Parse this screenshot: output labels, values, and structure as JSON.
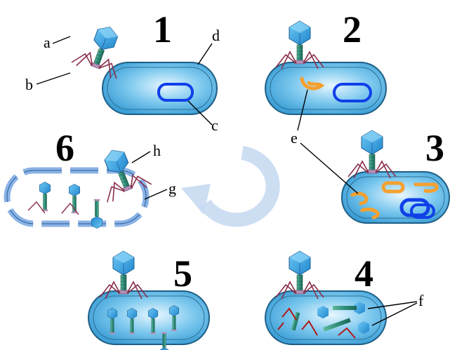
{
  "diagram": {
    "steps": [
      "1",
      "2",
      "3",
      "4",
      "5",
      "6"
    ],
    "labels": {
      "a": "a",
      "b": "b",
      "c": "c",
      "d": "d",
      "e": "e",
      "f": "f",
      "g": "g",
      "h": "h"
    }
  },
  "colors": {
    "cell_fill": "#5fb8e6",
    "cell_outline": "#1f5f85",
    "phage_head": "#2f9fe0",
    "phage_tail": "#2f8f7a",
    "tail_fibers": "#8a2f4a",
    "host_dna": "#1040e8",
    "phage_dna": "#f5a030",
    "cycle_arrow": "#c8daf2"
  }
}
